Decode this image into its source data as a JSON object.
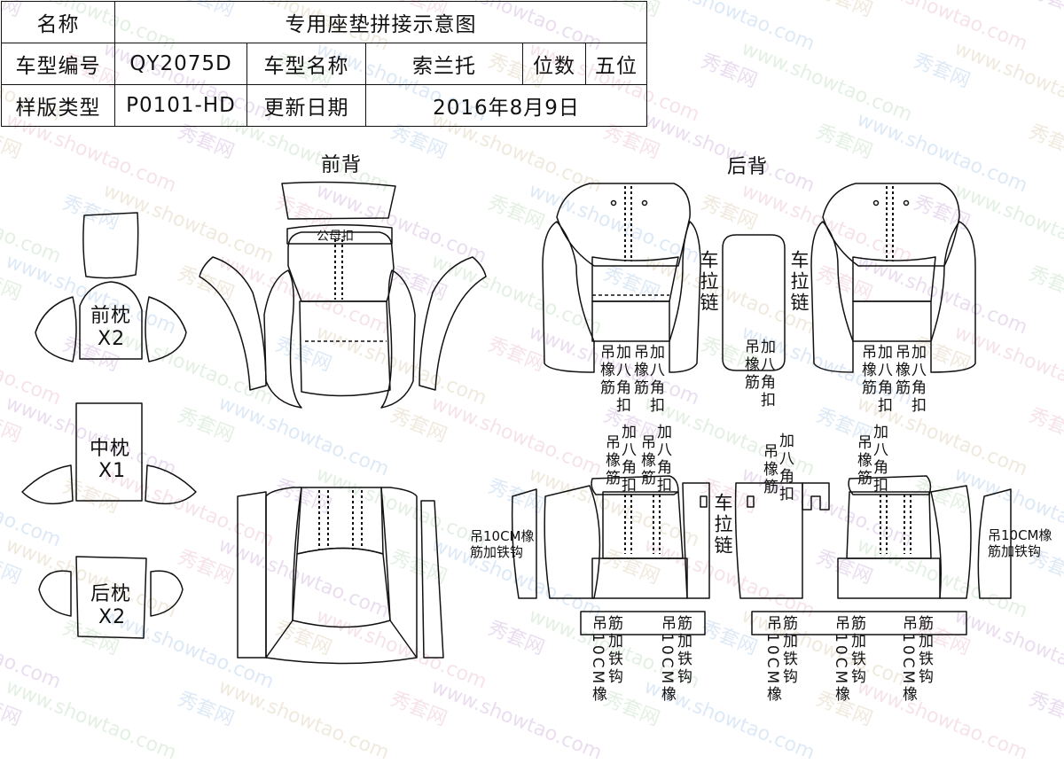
{
  "info_table": {
    "name_label": "名称",
    "name_value": "专用座垫拼接示意图",
    "model_code_label": "车型编号",
    "model_code_value": "QY2075D",
    "model_name_label": "车型名称",
    "model_name_value": "索兰托",
    "seats_label": "位数",
    "seats_value": "五位",
    "pattern_type_label": "样版类型",
    "pattern_type_value": "P0101-HD",
    "update_date_label": "更新日期",
    "update_date_value": "2016年8月9日"
  },
  "sections": {
    "front_back": "前背",
    "rear_back": "后背"
  },
  "pillows": {
    "front_name": "前枕",
    "front_qty": "X2",
    "middle_name": "中枕",
    "middle_qty": "X1",
    "rear_name": "后枕",
    "rear_qty": "X2"
  },
  "annotations": {
    "snap": "公母扣",
    "car_zipper_left": "车拉链",
    "car_zipper_right": "车拉链",
    "car_zipper_bottom": "车拉链",
    "elastic_hook_1a": "吊橡筋",
    "elastic_hook_1b": "加八角扣",
    "elastic_hook_2a": "吊橡筋",
    "elastic_hook_2b": "加八角扣",
    "elastic_hook_3a": "吊橡筋",
    "elastic_hook_3b": "加八角扣",
    "elastic_hook_4a": "吊橡筋",
    "elastic_hook_4b": "加八角扣",
    "elastic_hook_5a": "吊橡筋",
    "elastic_hook_5b": "加八角扣",
    "elastic_hook_6a": "吊橡筋",
    "elastic_hook_6b": "加八角扣",
    "elastic_hook_7a": "吊橡筋",
    "elastic_hook_7b": "加八角扣",
    "elastic_hook_8a": "吊橡筋",
    "elastic_hook_8b": "加八角扣",
    "elastic_hook_9a": "吊橡筋",
    "elastic_hook_9b": "加八角扣",
    "iron_hook_left_1": "吊10CM橡",
    "iron_hook_left_2": "筋加铁钩",
    "iron_hook_right_1": "吊10CM橡",
    "iron_hook_right_2": "筋加铁钩",
    "strip_a1": "吊10CM橡",
    "strip_a2": "筋加铁钩",
    "strip_b1": "吊10CM橡",
    "strip_b2": "筋加铁钩",
    "strip_c1": "吊10CM橡",
    "strip_c2": "筋加铁钩",
    "strip_d1": "吊10CM橡",
    "strip_d2": "筋加铁钩",
    "strip_e1": "吊10CM橡",
    "strip_e2": "筋加铁钩"
  },
  "watermark": {
    "site": "www.showtao.com",
    "brand": "秀套网"
  }
}
